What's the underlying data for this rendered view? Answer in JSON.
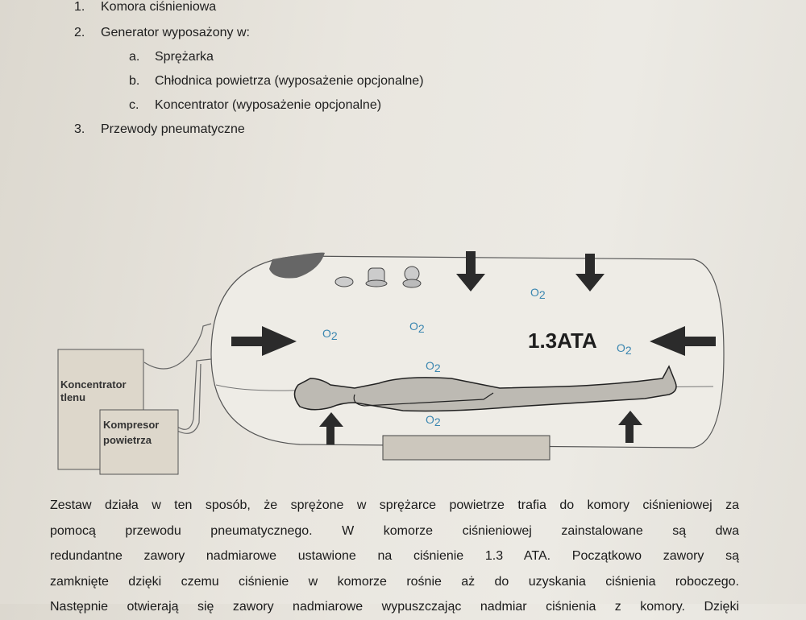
{
  "list": {
    "items": [
      {
        "num": "1.",
        "label": "Komora ciśnieniowa"
      },
      {
        "num": "2.",
        "label": "Generator wyposażony w:"
      },
      {
        "num": "3.",
        "label": "Przewody  pneumatyczne"
      }
    ],
    "subitems": [
      {
        "num": "a.",
        "label": "Sprężarka"
      },
      {
        "num": "b.",
        "label": "Chłodnica powietrza (wyposażenie opcjonalne)"
      },
      {
        "num": "c.",
        "label": "Koncentrator (wyposażenie opcjonalne)"
      }
    ]
  },
  "diagram": {
    "pressure_label": "1.3ATA",
    "o2_main": "O",
    "o2_sub": "2",
    "concentrator_line1": "Koncentrator",
    "concentrator_line2": "tlenu",
    "compressor_line1": "Kompresor",
    "compressor_line2": "powietrza",
    "o2_color": "#3a86b0"
  },
  "paragraph": {
    "lines": [
      "Zestaw działa w ten sposób, że sprężone w sprężarce powietrze trafia do komory ciśnieniowej za",
      "pomocą przewodu pneumatycznego. W komorze ciśnieniowej zainstalowane są dwa",
      "redundantne zawory nadmiarowe ustawione na ciśnienie 1.3 ATA. Początkowo zawory są",
      "zamknięte dzięki czemu ciśnienie w komorze rośnie aż do uzyskania ciśnienia roboczego.",
      "Następnie otwierają się zawory nadmiarowe wypuszczając nadmiar ciśnienia z komory. Dzięki"
    ]
  }
}
